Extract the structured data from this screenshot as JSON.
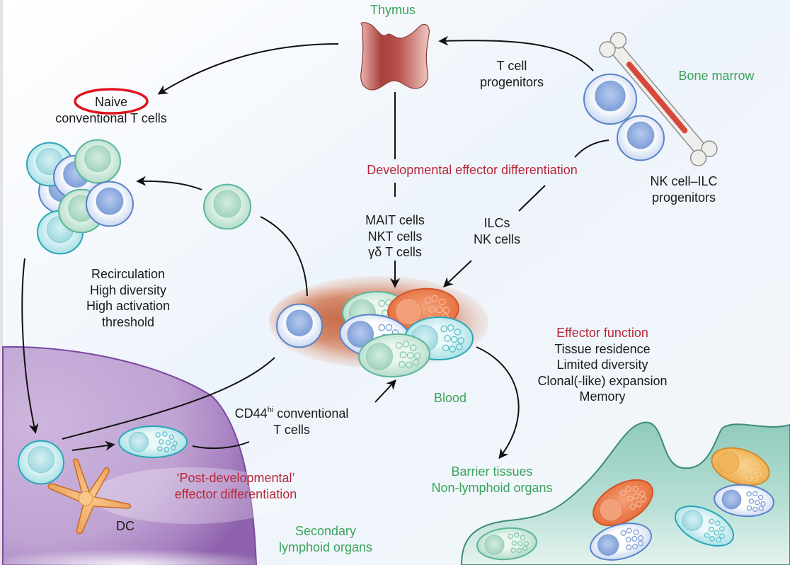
{
  "figure": {
    "colors": {
      "location_label": "#3aa35a",
      "process_label": "#b8283a",
      "text": "#1a1a1a",
      "highlight_circle": "#e0141e",
      "lymphoid_organ": "#8a5bb0",
      "barrier_tissue": "#9fd2c6",
      "blood": "#c8643c",
      "cell_blue": "#5a82c8",
      "cell_teal": "#2aa6b8",
      "cell_green": "#5ab59a",
      "cell_orange": "#e0602a",
      "cell_amber": "#e89a30",
      "thymus": "#a8403c",
      "bone_marrow": "#d8483a"
    },
    "locations": {
      "thymus": "Thymus",
      "bone_marrow": "Bone marrow",
      "blood": "Blood",
      "barrier_tissues": [
        "Barrier tissues",
        "Non-lymphoid organs"
      ],
      "secondary_lymphoid": [
        "Secondary",
        "lymphoid organs"
      ]
    },
    "processes": {
      "developmental": "Developmental effector differentiation",
      "post_developmental": [
        "‘Post-developmental’",
        "effector differentiation"
      ],
      "effector_function": "Effector function"
    },
    "cell_labels": {
      "naive_highlight": "Naive",
      "naive_rest": "conventional T cells",
      "t_cell_progenitors": [
        "T cell",
        "progenitors"
      ],
      "nk_ilc_progenitors": [
        "NK cell–ILC",
        "progenitors"
      ],
      "innate_like_t": [
        "MAIT cells",
        "NKT cells",
        "γδ T cells"
      ],
      "innate": [
        "ILCs",
        "NK cells"
      ],
      "cd44_prefix": "CD44",
      "cd44_sup": "hi",
      "cd44_suffix": " conventional",
      "cd44_line2": "T cells",
      "dc": "DC"
    },
    "naive_properties": [
      "Recirculation",
      "High diversity",
      "High activation",
      "threshold"
    ],
    "effector_properties": [
      "Tissue residence",
      "Limited diversity",
      "Clonal(-like) expansion",
      "Memory"
    ]
  }
}
